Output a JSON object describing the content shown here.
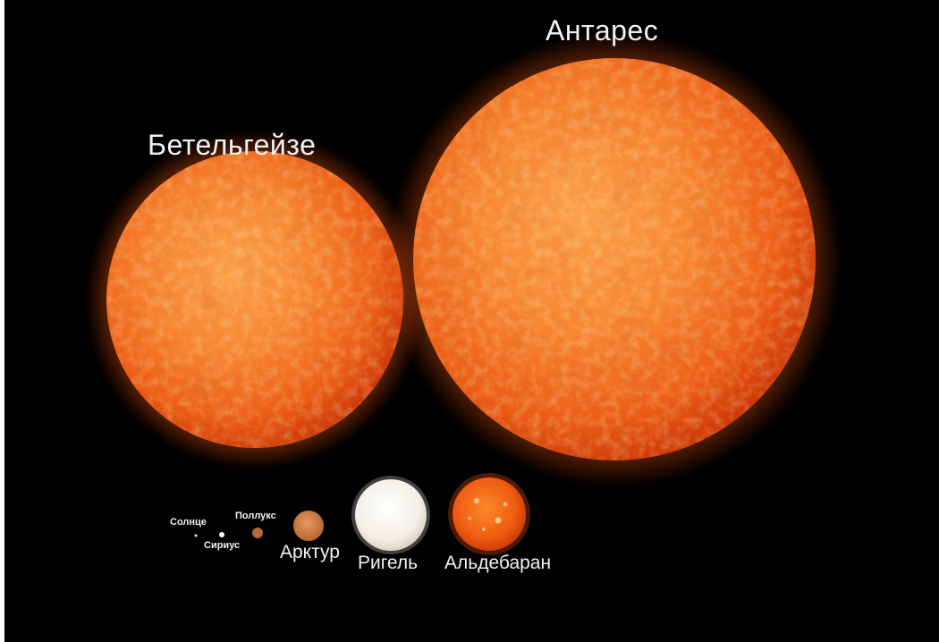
{
  "stars": {
    "antares": "Антарес",
    "betelgeuse": "Бетельгейзе",
    "sun": "Солнце",
    "sirius": "Сириус",
    "pollux": "Поллукс",
    "arcturus": "Арктур",
    "rigel": "Ригель",
    "aldebaran": "Альдебаран"
  },
  "colors": {
    "background": "#000000",
    "red_giant_outer": "#e2420e",
    "red_giant_inner": "#f88a2c",
    "rigel_white": "#f5f2ea",
    "label_text": "#f2f2f2"
  }
}
